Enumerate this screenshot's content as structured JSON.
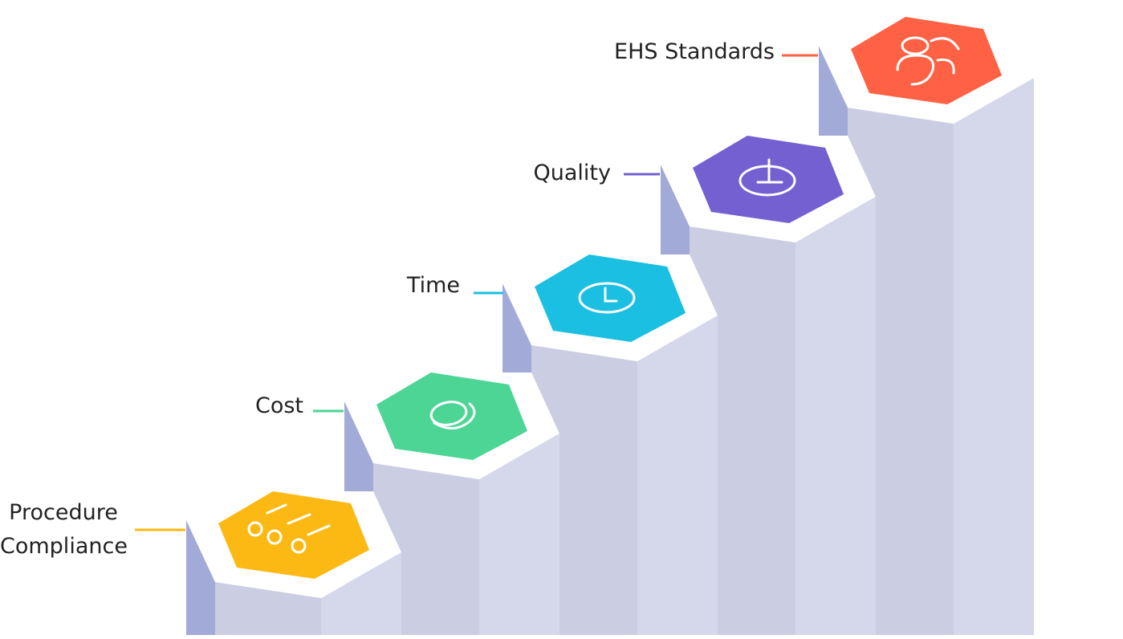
{
  "steps": [
    {
      "label": "Procedure Compliance",
      "label_lines": [
        "Procedure",
        "Compliance"
      ],
      "color": "#FDB913",
      "icon": "list-icon"
    },
    {
      "label": "Cost",
      "color": "#4DD595",
      "icon": "coins-icon"
    },
    {
      "label": "Time",
      "color": "#1BBFE1",
      "icon": "clock-icon"
    },
    {
      "label": "Quality",
      "color": "#7460D0",
      "icon": "timer-icon"
    },
    {
      "label": "EHS Standards",
      "color": "#FF6144",
      "icon": "people-icon"
    }
  ],
  "colors": {
    "pillar_front": "#CBCDE3",
    "pillar_side": "#D5D8EA",
    "pillar_edge": "#A2AAD8",
    "platform": "#ffffff"
  }
}
